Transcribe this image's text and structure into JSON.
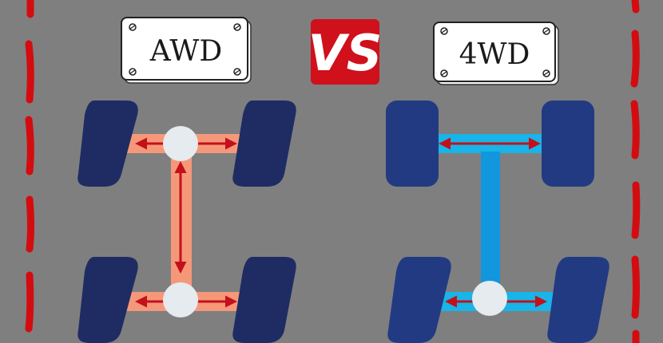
{
  "labels": {
    "left": "AWD",
    "vs": "VS",
    "right": "4WD"
  },
  "colors": {
    "background": "#7f7f7f",
    "lane_dash": "#d40c10",
    "tire": "#1f2c63",
    "awd_axle": "#f5987a",
    "fwd_axle": "#19b4e8",
    "fwd_driveshaft": "#1296dd",
    "arrow": "#c4101a",
    "hub": "#e5ebee",
    "vs_badge": "#d0101b"
  },
  "icons": {
    "plate_screw": "screw-icon",
    "arrow": "double-headed-arrow-icon"
  }
}
